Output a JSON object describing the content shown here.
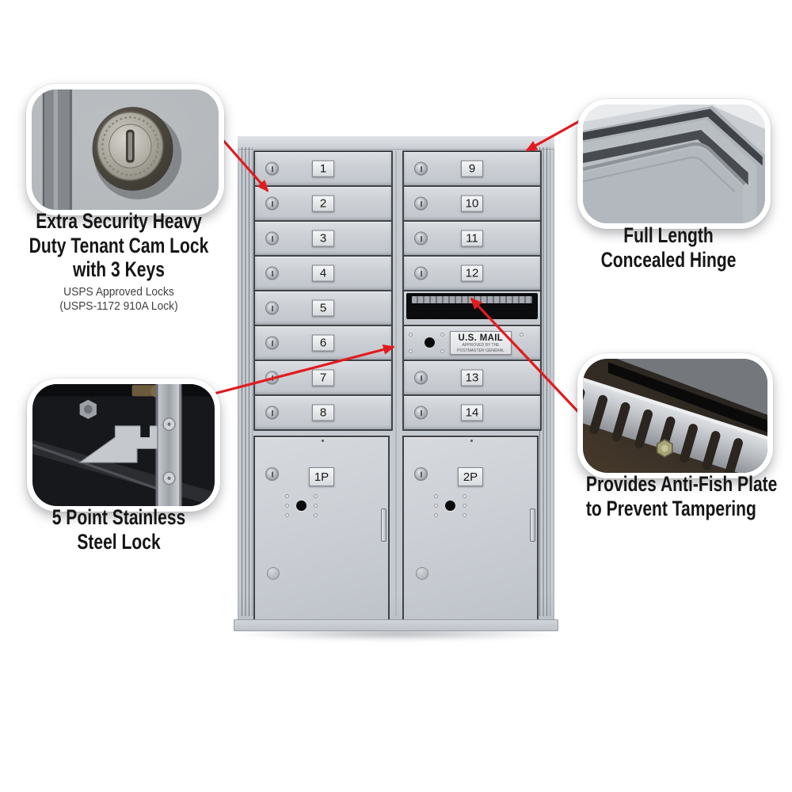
{
  "colors": {
    "arrow_red": "#e21b1e",
    "cabinet_silver": "#c5c9d0",
    "title_text": "#151515",
    "subtitle_text": "#414141"
  },
  "callouts": {
    "cam_lock": {
      "photo": "tenant-cam-lock-closeup",
      "title_lines": [
        "Extra Security Heavy",
        "Duty Tenant Cam Lock",
        "with 3 Keys"
      ],
      "sub_lines": [
        "USPS Approved Locks",
        "(USPS-1172 910A Lock)"
      ]
    },
    "hinge": {
      "photo": "concealed-hinge-closeup",
      "title_lines": [
        "Full Length",
        "Concealed Hinge"
      ]
    },
    "five_point": {
      "photo": "five-point-lock-closeup",
      "title_lines": [
        "5 Point Stainless",
        "Steel Lock"
      ]
    },
    "anti_fish": {
      "photo": "anti-fish-plate-closeup",
      "title_lines": [
        "Provides Anti-Fish Plate",
        "to Prevent Tampering"
      ]
    }
  },
  "mailbox": {
    "left_doors": [
      "1",
      "2",
      "3",
      "4",
      "5",
      "6",
      "7",
      "8"
    ],
    "right_doors_top": [
      "9",
      "10",
      "11",
      "12"
    ],
    "right_doors_bottom": [
      "13",
      "14"
    ],
    "parcel_doors": [
      "1P",
      "2P"
    ],
    "outgoing_mail": {
      "label": "U.S. MAIL",
      "sub_line1": "APPROVED BY THE",
      "sub_line2": "POSTMASTER GENERAL"
    }
  }
}
